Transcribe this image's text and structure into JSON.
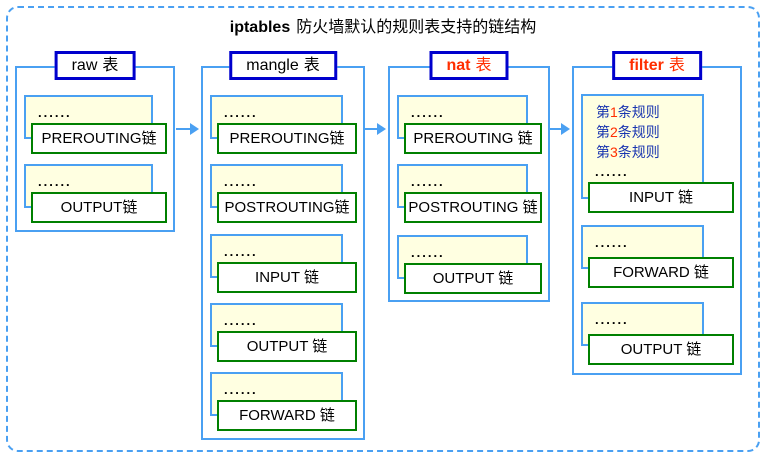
{
  "title": {
    "product": "iptables",
    "text": "防火墙默认的规则表支持的链结构"
  },
  "colors": {
    "line_blue": "#4aa0f2",
    "header_border_blue": "#0000cd",
    "chain_border_green": "#008000",
    "queue_fill_yellow": "#ffffe1",
    "accent_red": "#ff2e00",
    "rule_text_blue": "#1a35b0"
  },
  "tables": [
    {
      "id": "raw",
      "name": "raw",
      "suffix": "表",
      "chains": [
        {
          "ellipsis": "......",
          "label": "PREROUTING链"
        },
        {
          "ellipsis": "......",
          "label": "OUTPUT链"
        }
      ]
    },
    {
      "id": "mangle",
      "name": "mangle",
      "suffix": "表",
      "chains": [
        {
          "ellipsis": "......",
          "label": "PREROUTING链"
        },
        {
          "ellipsis": "......",
          "label": "POSTROUTING链"
        },
        {
          "ellipsis": "......",
          "label": "INPUT 链"
        },
        {
          "ellipsis": "......",
          "label": "OUTPUT 链"
        },
        {
          "ellipsis": "......",
          "label": "FORWARD 链"
        }
      ]
    },
    {
      "id": "nat",
      "name": "nat",
      "suffix": "表",
      "chains": [
        {
          "ellipsis": "......",
          "label": "PREROUTING 链"
        },
        {
          "ellipsis": "......",
          "label": "POSTROUTING 链"
        },
        {
          "ellipsis": "......",
          "label": "OUTPUT 链"
        }
      ]
    },
    {
      "id": "filter",
      "name": "filter",
      "suffix": "表",
      "rules": [
        {
          "pre": "第",
          "num": "1",
          "post": "条规则"
        },
        {
          "pre": "第",
          "num": "2",
          "post": "条规则"
        },
        {
          "pre": "第",
          "num": "3",
          "post": "条规则"
        }
      ],
      "rules_ellipsis": "......",
      "chains": [
        {
          "ellipsis": "......",
          "label": "INPUT 链"
        },
        {
          "ellipsis": "......",
          "label": "FORWARD 链"
        },
        {
          "ellipsis": "......",
          "label": "OUTPUT 链"
        }
      ]
    }
  ]
}
